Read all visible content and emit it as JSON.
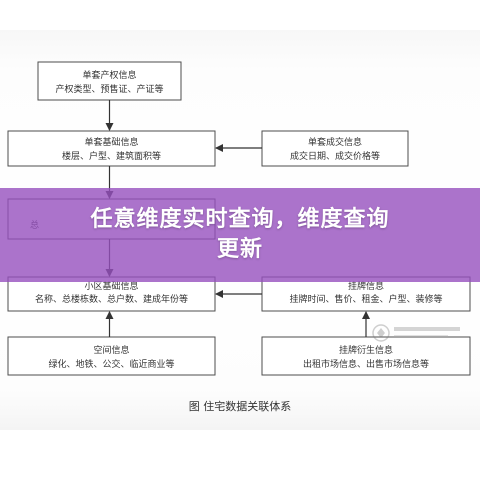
{
  "diagram": {
    "nodes": {
      "property_rights": {
        "title": "单套产权信息",
        "detail": "产权类型、预售证、产证等"
      },
      "basic": {
        "title": "单套基础信息",
        "detail": "楼层、户型、建筑面积等"
      },
      "deal": {
        "title": "单套成交信息",
        "detail": "成交日期、成交价格等"
      },
      "hidden": {
        "title": "",
        "detail": "总"
      },
      "community": {
        "title": "小区基础信息",
        "detail": "名称、总楼栋数、总户数、建成年份等"
      },
      "listing": {
        "title": "挂牌信息",
        "detail": "挂牌时间、售价、租金、户型、装修等"
      },
      "space": {
        "title": "空间信息",
        "detail": "绿化、地铁、公交、临近商业等"
      },
      "derived": {
        "title": "挂牌衍生信息",
        "detail": "出租市场信息、出售市场信息等"
      }
    },
    "caption": "图   住宅数据关联体系"
  },
  "banner": {
    "line1": "任意维度实时查询，维度查询",
    "line2": "更新",
    "color": "#9650be"
  },
  "watermark": {
    "icon": "logo-watermark-icon"
  }
}
